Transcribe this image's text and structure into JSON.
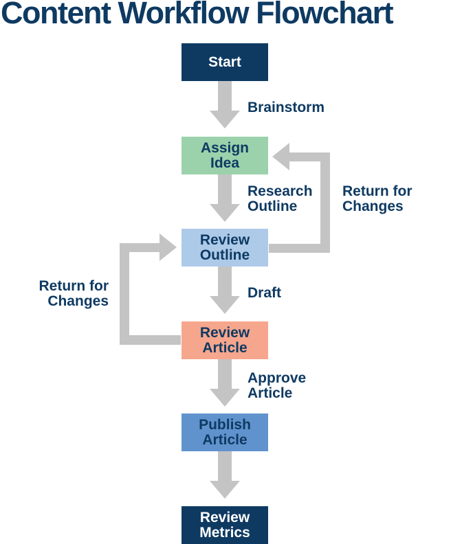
{
  "title": "Content Workflow Flowchart",
  "palette": {
    "navy": "#0e3a62",
    "arrow_gray": "#c4c4c4",
    "green": "#9bd2ac",
    "light_blue": "#aecae9",
    "salmon": "#f6a68d",
    "medium_blue": "#6093cd",
    "white": "#ffffff"
  },
  "nodes": [
    {
      "id": "start",
      "lines": [
        "Start"
      ],
      "fill": "#0e3a62",
      "text_color": "#ffffff"
    },
    {
      "id": "assign-idea",
      "lines": [
        "Assign",
        "Idea"
      ],
      "fill": "#9bd2ac",
      "text_color": "#0e3a62"
    },
    {
      "id": "review-outline",
      "lines": [
        "Review",
        "Outline"
      ],
      "fill": "#aecae9",
      "text_color": "#0e3a62"
    },
    {
      "id": "review-article",
      "lines": [
        "Review",
        "Article"
      ],
      "fill": "#f6a68d",
      "text_color": "#0e3a62"
    },
    {
      "id": "publish-article",
      "lines": [
        "Publish",
        "Article"
      ],
      "fill": "#6093cd",
      "text_color": "#0e3a62"
    },
    {
      "id": "review-metrics",
      "lines": [
        "Review",
        "Metrics"
      ],
      "fill": "#0e3a62",
      "text_color": "#ffffff"
    }
  ],
  "edge_labels": [
    {
      "id": "brainstorm",
      "lines": [
        "Brainstorm"
      ]
    },
    {
      "id": "research-outline",
      "lines": [
        "Research",
        "Outline"
      ]
    },
    {
      "id": "draft",
      "lines": [
        "Draft"
      ]
    },
    {
      "id": "approve-article",
      "lines": [
        "Approve",
        "Article"
      ]
    },
    {
      "id": "return-for-changes-right",
      "lines": [
        "Return for",
        "Changes"
      ]
    },
    {
      "id": "return-for-changes-left",
      "lines": [
        "Return for",
        "Changes"
      ]
    }
  ],
  "edges": [
    {
      "from": "start",
      "to": "assign-idea",
      "label": "Brainstorm"
    },
    {
      "from": "assign-idea",
      "to": "review-outline",
      "label": "Research Outline"
    },
    {
      "from": "review-outline",
      "to": "review-article",
      "label": "Draft"
    },
    {
      "from": "review-article",
      "to": "publish-article",
      "label": "Approve Article"
    },
    {
      "from": "publish-article",
      "to": "review-metrics",
      "label": ""
    },
    {
      "from": "review-outline",
      "to": "assign-idea",
      "label": "Return for Changes",
      "type": "feedback-right"
    },
    {
      "from": "review-article",
      "to": "review-outline",
      "label": "Return for Changes",
      "type": "feedback-left"
    }
  ]
}
